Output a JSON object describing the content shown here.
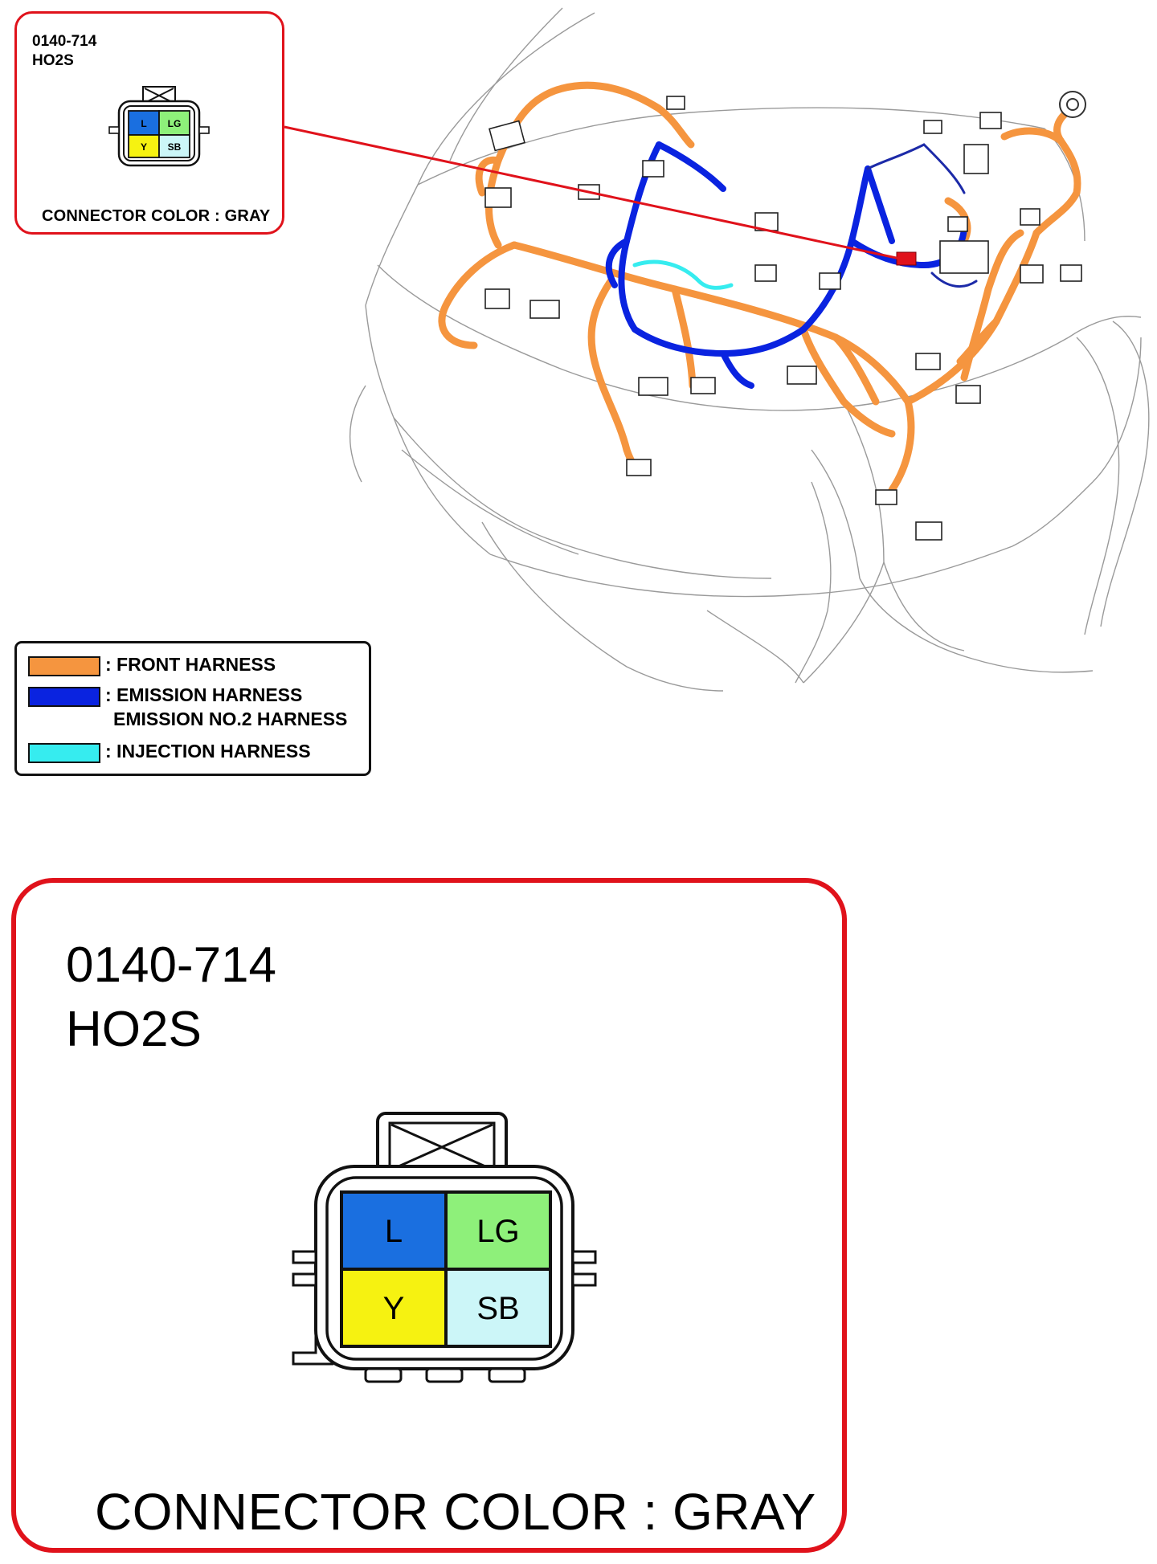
{
  "connector": {
    "code": "0140-714",
    "name": "HO2S",
    "color_note": "CONNECTOR COLOR : GRAY",
    "pins": [
      {
        "label": "L",
        "color": "#1a6fe0"
      },
      {
        "label": "LG",
        "color": "#8ef07a"
      },
      {
        "label": "Y",
        "color": "#f6f211"
      },
      {
        "label": "SB",
        "color": "#ccf6f8"
      }
    ]
  },
  "legend": {
    "items": [
      {
        "color": "#f5953f",
        "label": ": FRONT HARNESS"
      },
      {
        "color": "#0a23e0",
        "label": ": EMISSION HARNESS",
        "label2": "EMISSION NO.2 HARNESS"
      },
      {
        "color": "#36ecef",
        "label": ": INJECTION HARNESS"
      }
    ]
  },
  "colors": {
    "frame_red": "#e0121b",
    "front_harness": "#f5953f",
    "emission_harness": "#0a23e0",
    "injection_harness": "#36ecef"
  }
}
